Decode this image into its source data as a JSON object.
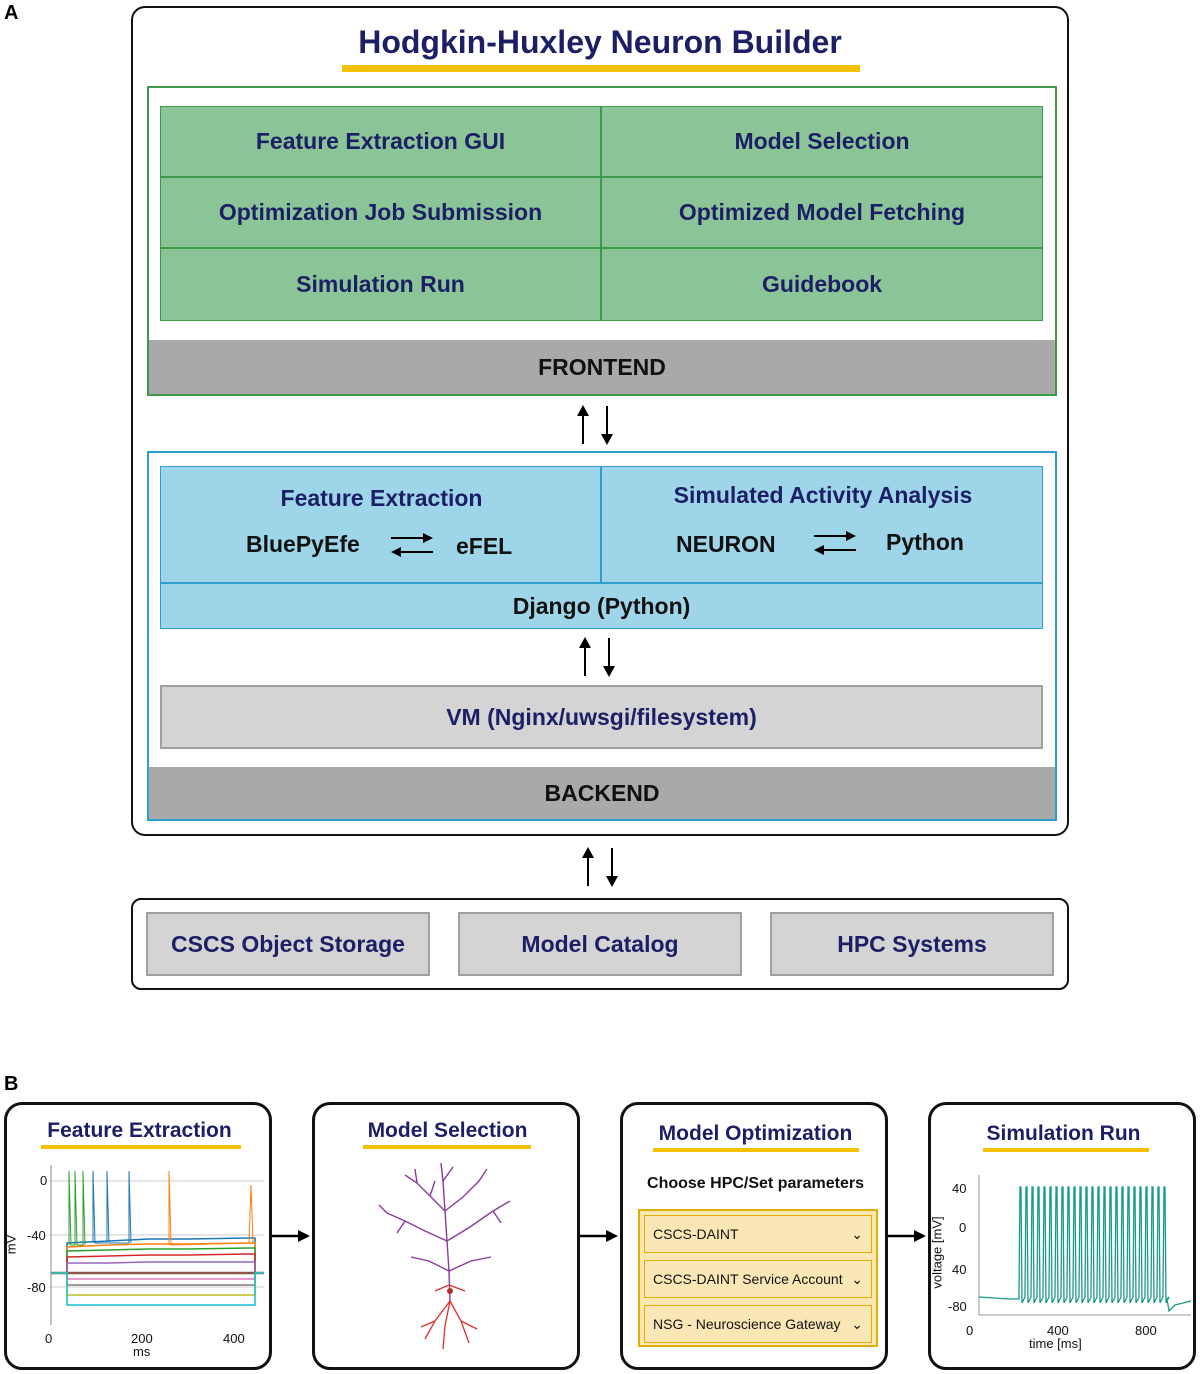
{
  "panel_a_label": "A",
  "panel_b_label": "B",
  "title": "Hodgkin-Huxley Neuron Builder",
  "frontend": {
    "cells": [
      "Feature Extraction GUI",
      "Model Selection",
      "Optimization Job Submission",
      "Optimized Model Fetching",
      "Simulation Run",
      "Guidebook"
    ],
    "label": "FRONTEND"
  },
  "backend": {
    "feature_extraction": {
      "title": "Feature Extraction",
      "left": "BluePyEfe",
      "right": "eFEL"
    },
    "activity_analysis": {
      "title": "Simulated Activity Analysis",
      "left": "NEURON",
      "right": "Python"
    },
    "django": "Django (Python)",
    "vm": "VM (Nginx/uwsgi/filesystem)",
    "label": "BACKEND"
  },
  "external": [
    "CSCS Object Storage",
    "Model Catalog",
    "HPC Systems"
  ],
  "workflow": {
    "feature_extraction": {
      "title": "Feature Extraction",
      "ylabel": "mV",
      "xlabel": "ms",
      "yticks": [
        "0",
        "-40",
        "-80"
      ],
      "xticks": [
        "0",
        "200",
        "400"
      ]
    },
    "model_selection": {
      "title": "Model Selection"
    },
    "model_optimization": {
      "title": "Model Optimization",
      "subtitle": "Choose HPC/Set parameters",
      "options": [
        "CSCS-DAINT",
        "CSCS-DAINT Service Account",
        "NSG - Neuroscience Gateway"
      ]
    },
    "simulation_run": {
      "title": "Simulation Run",
      "ylabel": "voltage [mV]",
      "xlabel": "time [ms]",
      "yticks": [
        "40",
        "0",
        "40",
        "-80"
      ],
      "xticks": [
        "0",
        "400",
        "800"
      ]
    }
  },
  "colors": {
    "navy": "#1c1f66",
    "green": "#8bc597",
    "blue": "#9ed5e8",
    "gold": "#f5c000",
    "trace": "#1a9a8a"
  },
  "icons": {
    "arrow_up": "arrow-up-icon",
    "arrow_down": "arrow-down-icon",
    "arrow_right": "arrow-right-icon",
    "chevron": "chevron-down-icon"
  }
}
